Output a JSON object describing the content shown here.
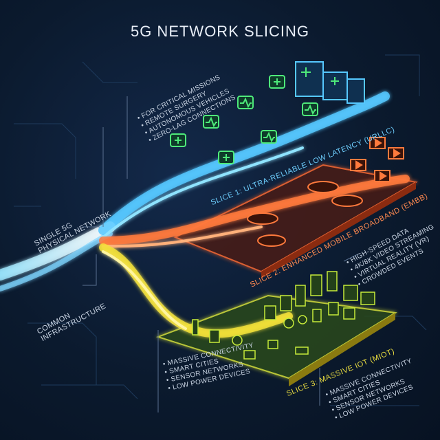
{
  "title": "5G NETWORK SLICING",
  "left_labels": {
    "single_network": [
      "SINGLE 5G",
      "PHYSICAL NETWORK"
    ],
    "common_infra": [
      "COMMON",
      "INFRASTRUCTURE"
    ]
  },
  "slices": [
    {
      "label": "SLICE 1: ULTRA-RELIABLE LOW LATENCY (uRLLC)",
      "color": "#56c8ff",
      "bullets": [
        "FOR CRITICAL MISSIONS",
        "REMOTE SURGERY",
        "AUTONOMOUS VEHICLES",
        "ZERO-LAG CONNECTIONS"
      ]
    },
    {
      "label": "SLICE 2: ENHANCED MOBILE BROADBAND (eMBB)",
      "color": "#ff7a3d",
      "bullets": [
        "HIGH-SPEED DATA",
        "4K/8K VIDEO STREAMING",
        "VIRTUAL REALITY (VR)",
        "CROWDED EVENTS"
      ]
    },
    {
      "label": "SLICE 3: MASSIVE IOT (mIoT)",
      "color": "#f3e23a",
      "bullets": [
        "MASSIVE CONNECTIVITY",
        "SMART CITIES",
        "SENSOR NETWORKS",
        "LOW POWER DEVICES"
      ]
    }
  ],
  "left_bullets_slice3": [
    "MASSIVE CONNECTIVITY",
    "SMART CITIES",
    "SENSOR NETWORKS",
    "LOW POWER DEVICES"
  ],
  "icons": {
    "hospital": "hospital-building-icon",
    "medical": "medical-cross-icon",
    "heartbeat": "heartbeat-icon",
    "video": "video-play-icon",
    "car": "car-icon",
    "iot": "iot-device-icon"
  }
}
